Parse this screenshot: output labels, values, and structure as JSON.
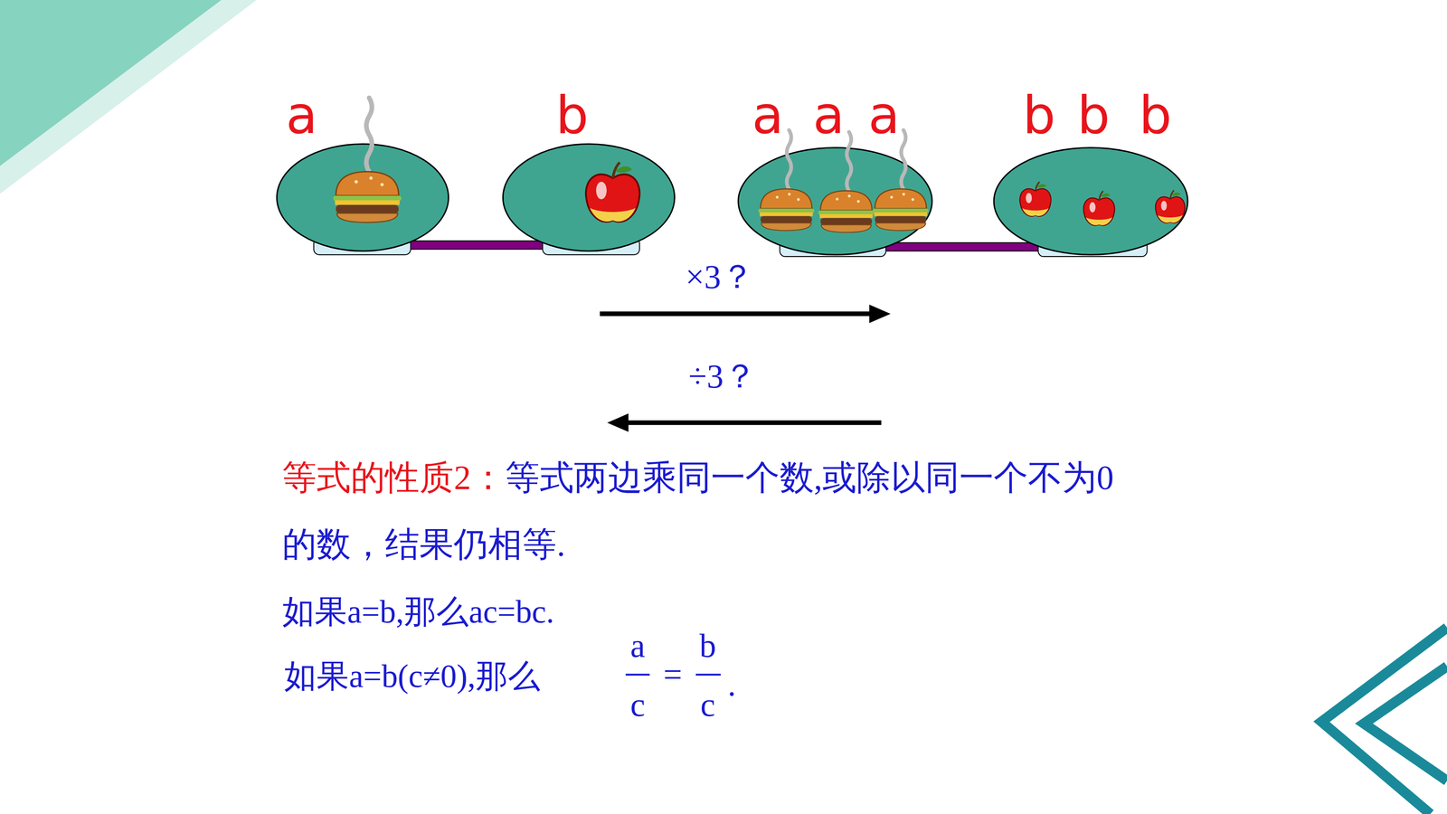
{
  "diagram": {
    "labels": [
      "a",
      "b",
      "a",
      "a",
      "a",
      "b",
      "b",
      "b",
      "×3？",
      "÷3？",
      "等式的性质2：",
      "等式两边乘同一个数,或除以同一个不为0的数，结果仍相等.",
      "如果a=b,那么ac=bc.",
      "如果a=b(c≠0),那么",
      "a",
      "c",
      "=",
      "b",
      "c",
      "."
    ]
  }
}
